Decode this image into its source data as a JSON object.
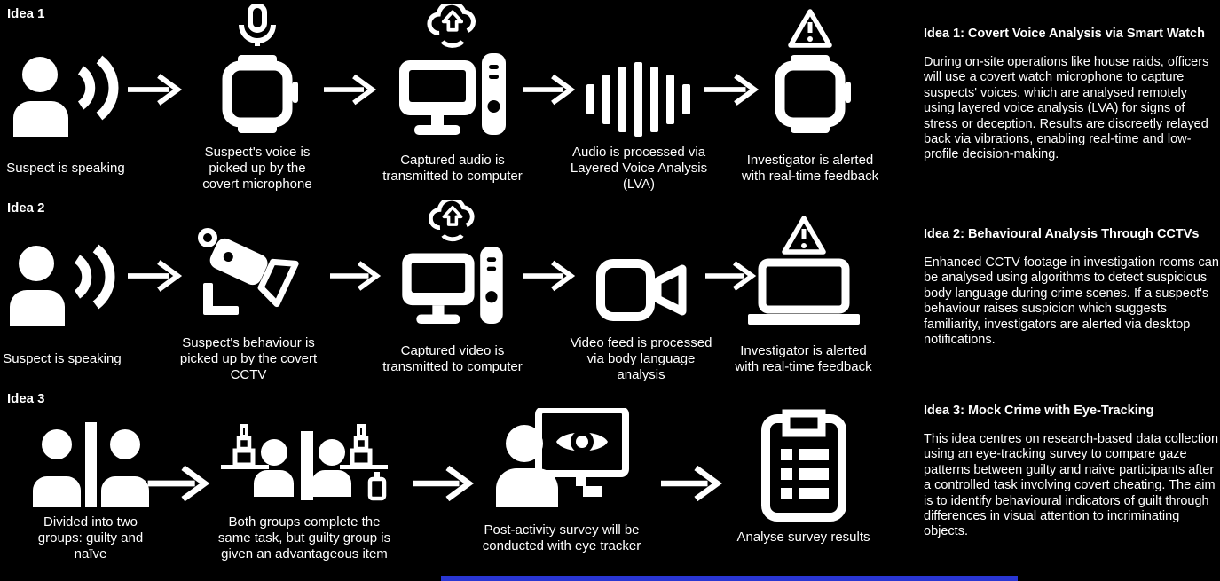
{
  "colors": {
    "background": "#000000",
    "foreground": "#ffffff",
    "footer_bar": "#2936d3"
  },
  "rows": [
    {
      "label": "Idea 1",
      "steps": [
        {
          "icon": "person-speaking-icon",
          "caption": "Suspect is speaking"
        },
        {
          "icon": "smartwatch-icon",
          "overlay_icon": "microphone-icon",
          "caption": "Suspect's voice is picked up by the covert microphone"
        },
        {
          "icon": "desktop-computer-icon",
          "overlay_icon": "cloud-upload-icon",
          "caption": "Captured audio is transmitted to computer"
        },
        {
          "icon": "audio-waveform-icon",
          "caption": "Audio is processed via Layered Voice Analysis (LVA)"
        },
        {
          "icon": "smartwatch-icon",
          "overlay_icon": "warning-triangle-icon",
          "caption": "Investigator is alerted with real-time feedback"
        }
      ]
    },
    {
      "label": "Idea 2",
      "steps": [
        {
          "icon": "person-speaking-icon",
          "caption": "Suspect is speaking"
        },
        {
          "icon": "cctv-camera-icon",
          "caption": "Suspect's behaviour is picked up by the covert CCTV"
        },
        {
          "icon": "desktop-computer-icon",
          "overlay_icon": "cloud-upload-icon",
          "caption": "Captured video is transmitted to computer"
        },
        {
          "icon": "video-camera-icon",
          "caption": "Video feed is processed via body language analysis"
        },
        {
          "icon": "laptop-icon",
          "overlay_icon": "warning-triangle-icon",
          "caption": "Investigator is alerted with real-time feedback"
        }
      ]
    },
    {
      "label": "Idea 3",
      "steps": [
        {
          "icon": "two-groups-divided-icon",
          "caption": "Divided into two groups: guilty and naïve"
        },
        {
          "icon": "groups-complete-task-icon",
          "caption": "Both groups complete the same task, but guilty group is given an advantageous item"
        },
        {
          "icon": "eye-tracker-survey-icon",
          "caption": "Post-activity survey will be conducted with eye tracker"
        },
        {
          "icon": "survey-results-clipboard-icon",
          "caption": "Analyse survey results"
        }
      ]
    }
  ],
  "notes": [
    {
      "title": "Idea 1: Covert Voice Analysis via Smart Watch",
      "body": "During on-site operations like house raids, officers will use a covert watch microphone to capture suspects' voices, which are analysed remotely using layered voice analysis (LVA) for signs of stress or deception. Results are discreetly relayed back via vibrations, enabling real-time and low-profile decision-making."
    },
    {
      "title": "Idea 2: Behavioural Analysis Through CCTVs",
      "body": "Enhanced CCTV footage in investigation rooms can be analysed using algorithms to detect suspicious body language during crime scenes. If a suspect's behaviour raises suspicion which suggests familiarity, investigators are alerted via desktop notifications."
    },
    {
      "title": "Idea 3: Mock Crime with Eye-Tracking",
      "body": "This idea centres on research-based data collection using an eye-tracking survey to compare gaze patterns between guilty and naive participants after a controlled task involving covert cheating. The aim is to identify behavioural indicators of guilt through differences in visual attention to incriminating objects."
    }
  ]
}
